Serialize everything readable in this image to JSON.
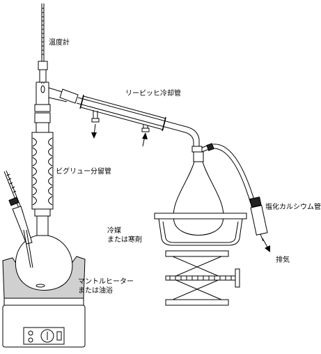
{
  "labels": {
    "thermometer": "温度計",
    "liebig_condenser": "リービッヒ冷却管",
    "vigreux_column": "ビグリュー分留管",
    "coolant_line1": "冷媒",
    "coolant_line2": "または寒剤",
    "calcium_chloride_tube": "塩化カルシウム管",
    "exhaust": "排気",
    "heater_line1": "マントルヒーター",
    "heater_line2": "または油浴"
  },
  "icons": [
    "thermometer-icon",
    "vigreux-column-icon",
    "liebig-condenser-icon",
    "round-bottom-flask-icon",
    "receiving-flask-icon",
    "cooling-bath-icon",
    "lab-jack-icon",
    "mantle-heater-icon",
    "calcium-chloride-tube-icon",
    "arrow-icon"
  ]
}
